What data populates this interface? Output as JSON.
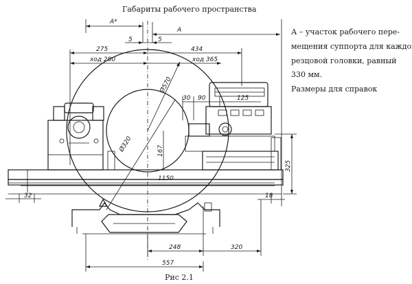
{
  "title": "Габариты рабочего пространства",
  "caption": "Рис 2.1",
  "note": {
    "lines": [
      "А – участок рабочего пере-",
      "мещения суппорта для каждой",
      "резцовой головки, равный",
      "330 мм.",
      "Размеры для справок"
    ]
  },
  "dimensions": {
    "a_star": "А*",
    "a": "А",
    "d5_left": "5",
    "d5_right": "5",
    "d275": "275",
    "d434": "434",
    "stroke_280": "ход 280",
    "stroke_365": "ход 365",
    "d30": "30",
    "d90": "90",
    "d125": "125",
    "dia570": "Ø570",
    "dia320": "Ø320",
    "d167": "167",
    "d1150": "1150",
    "d325": "325",
    "d32": "32",
    "d18": "18",
    "d248": "248",
    "d320": "320",
    "d557": "557"
  }
}
